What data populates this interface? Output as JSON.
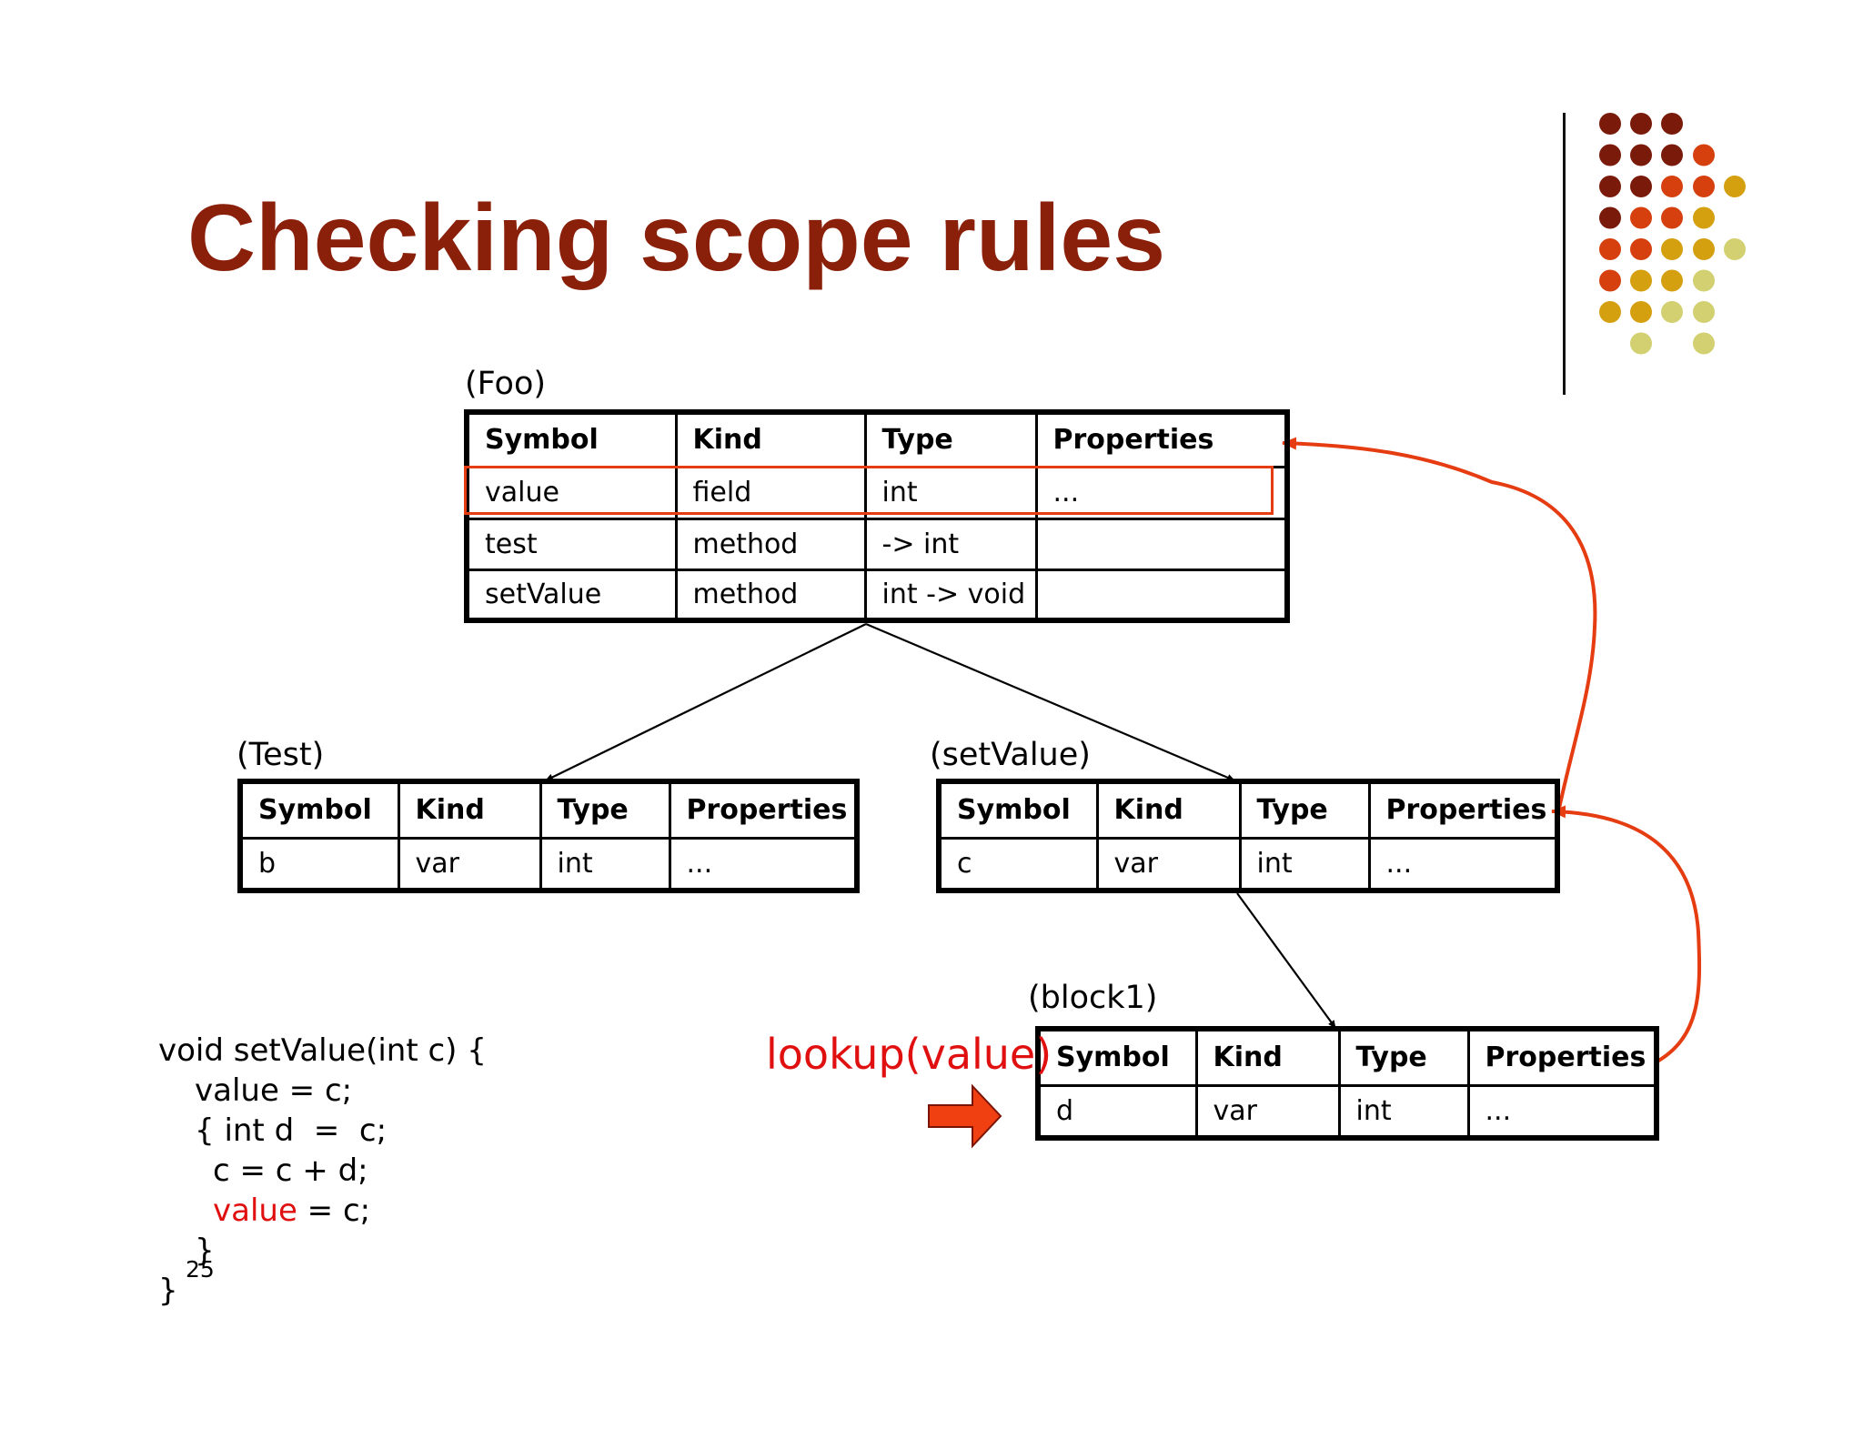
{
  "title": "Checking scope rules",
  "page_number": "25",
  "columns": [
    "Symbol",
    "Kind",
    "Type",
    "Properties"
  ],
  "tables": {
    "foo": {
      "label": "(Foo)",
      "rows": [
        [
          "value",
          "field",
          "int",
          "..."
        ],
        [
          "test",
          "method",
          "-> int",
          ""
        ],
        [
          "setValue",
          "method",
          "int -> void",
          ""
        ]
      ]
    },
    "test": {
      "label": "(Test)",
      "rows": [
        [
          "b",
          "var",
          "int",
          "..."
        ]
      ]
    },
    "setvalue": {
      "label": "(setValue)",
      "rows": [
        [
          "c",
          "var",
          "int",
          "..."
        ]
      ]
    },
    "block1": {
      "label": "(block1)",
      "rows": [
        [
          "d",
          "var",
          "int",
          "..."
        ]
      ]
    }
  },
  "code": {
    "line1": "void setValue(int c) {",
    "line2": "value = c;",
    "line3": "{ int d  =  c;",
    "line4": "c = c + d;",
    "line5_highlight": "value",
    "line5_rest": " = c;",
    "line6": "}",
    "line7": "}"
  },
  "lookup_label": "lookup(value)",
  "colors": {
    "title": "#8a1f0a",
    "accent_arrow": "#e53c12",
    "highlight_text": "#e01010",
    "dot_palette": [
      "#7a1a0a",
      "#d6400f",
      "#d4a010",
      "#d2d070"
    ]
  },
  "icons": [
    "right-arrow-icon",
    "decorative-dot-grid"
  ]
}
